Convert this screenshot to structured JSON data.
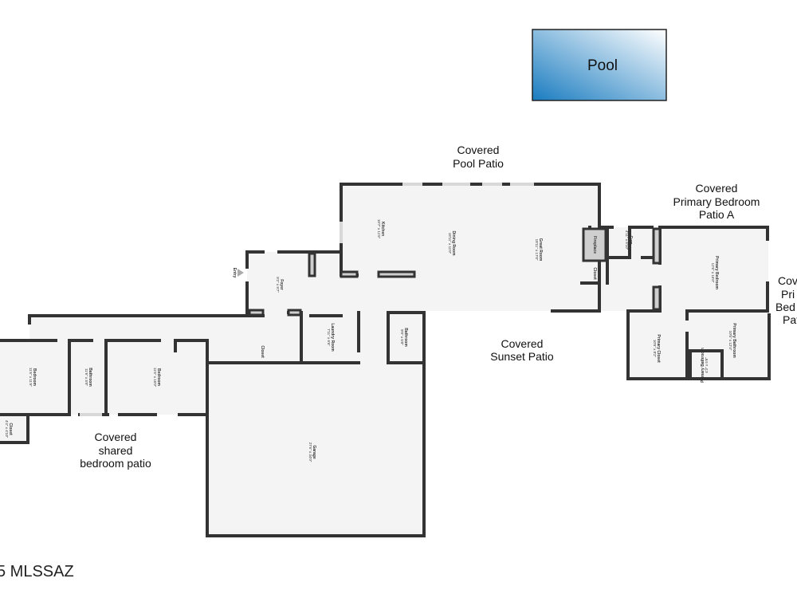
{
  "pool": {
    "label": "Pool",
    "gradient_dark": "#1a7cc0",
    "gradient_light": "#ffffff"
  },
  "outdoor_areas": {
    "pool_patio": [
      "Covered",
      "Pool Patio"
    ],
    "primary_patio_a": [
      "Covered",
      "Primary Bedroom",
      "Patio A"
    ],
    "primary_patio_b": [
      "Cov",
      "Pri",
      "Bed",
      "Pat"
    ],
    "sunset_patio": [
      "Covered",
      "Sunset Patio"
    ],
    "shared_patio": [
      "Covered",
      "shared",
      "bedroom patio"
    ]
  },
  "rooms": [
    {
      "id": "kitchen",
      "name": "Kitchen",
      "dims": "10'7\" x 11'6\""
    },
    {
      "id": "dining",
      "name": "Dining Room",
      "dims": "18'11\" x 11'0\""
    },
    {
      "id": "great",
      "name": "Great Room",
      "dims": "18'11\" x 17'0\""
    },
    {
      "id": "fireplace",
      "name": "Fireplace",
      "dims": ""
    },
    {
      "id": "closet1",
      "name": "Closet",
      "dims": ""
    },
    {
      "id": "gym",
      "name": "Gym",
      "dims": "4'11\" x 8'10\""
    },
    {
      "id": "pbed",
      "name": "Primary Bedroom",
      "dims": "12'6\" x 16'0\""
    },
    {
      "id": "pcloset",
      "name": "Primary Closet",
      "dims": "10'6\" x 8'2\""
    },
    {
      "id": "pbath",
      "name": "Primary Bathroom",
      "dims": "10'5\" x 12'4\""
    },
    {
      "id": "pbath2",
      "name": "Primary Bathroom",
      "dims": "4'3\" x 5'8\""
    },
    {
      "id": "foyer",
      "name": "Foyer",
      "dims": "9'2\" x 9'7\""
    },
    {
      "id": "entry",
      "name": "Entry",
      "dims": ""
    },
    {
      "id": "laundry",
      "name": "Laundry Room",
      "dims": "7'11\" x 6'6\""
    },
    {
      "id": "bath1",
      "name": "Bathroom",
      "dims": "8'0\" x 5'0\""
    },
    {
      "id": "closet2",
      "name": "Closet",
      "dims": ""
    },
    {
      "id": "bed1",
      "name": "Bedroom",
      "dims": "11'6\" x 11'6\""
    },
    {
      "id": "bath2",
      "name": "Bathroom",
      "dims": "11'6\" x 5'0\""
    },
    {
      "id": "bed2",
      "name": "Bedroom",
      "dims": "11'6\" x 15'0\""
    },
    {
      "id": "closet3",
      "name": "Closet",
      "dims": "4'4\" x 4'10\""
    },
    {
      "id": "garage",
      "name": "Garage",
      "dims": "27'6\" x 34'0\""
    }
  ],
  "watermark": "5 MLSSAZ"
}
